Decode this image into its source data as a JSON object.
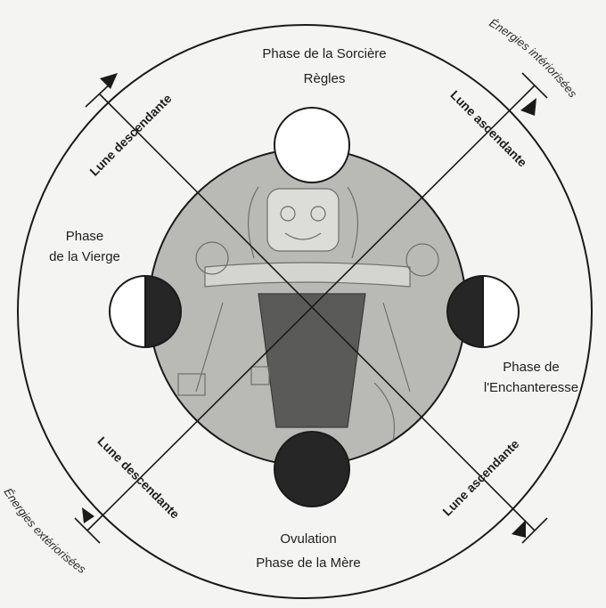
{
  "phases": {
    "top": {
      "line1": "Phase de la Sorcière",
      "line2": "Règles"
    },
    "left": {
      "line1": "Phase",
      "line2": "de la Vierge"
    },
    "right": {
      "line1": "Phase de",
      "line2": "l'Enchanteresse"
    },
    "bottom": {
      "line1": "Ovulation",
      "line2": "Phase de la Mère"
    }
  },
  "moon_labels": {
    "upper_left": "Lune descendante",
    "upper_right": "Lune ascendante",
    "lower_left": "Lune descendante",
    "lower_right": "Lune ascendante"
  },
  "energy_labels": {
    "top_right": "Énergies intériorisées",
    "bottom_left": "Énergies extériorisées"
  },
  "colors": {
    "inner_disc": "#b9b9b5",
    "moon_dark": "#262626",
    "moon_light": "#ffffff",
    "line": "#1a1a1a"
  }
}
